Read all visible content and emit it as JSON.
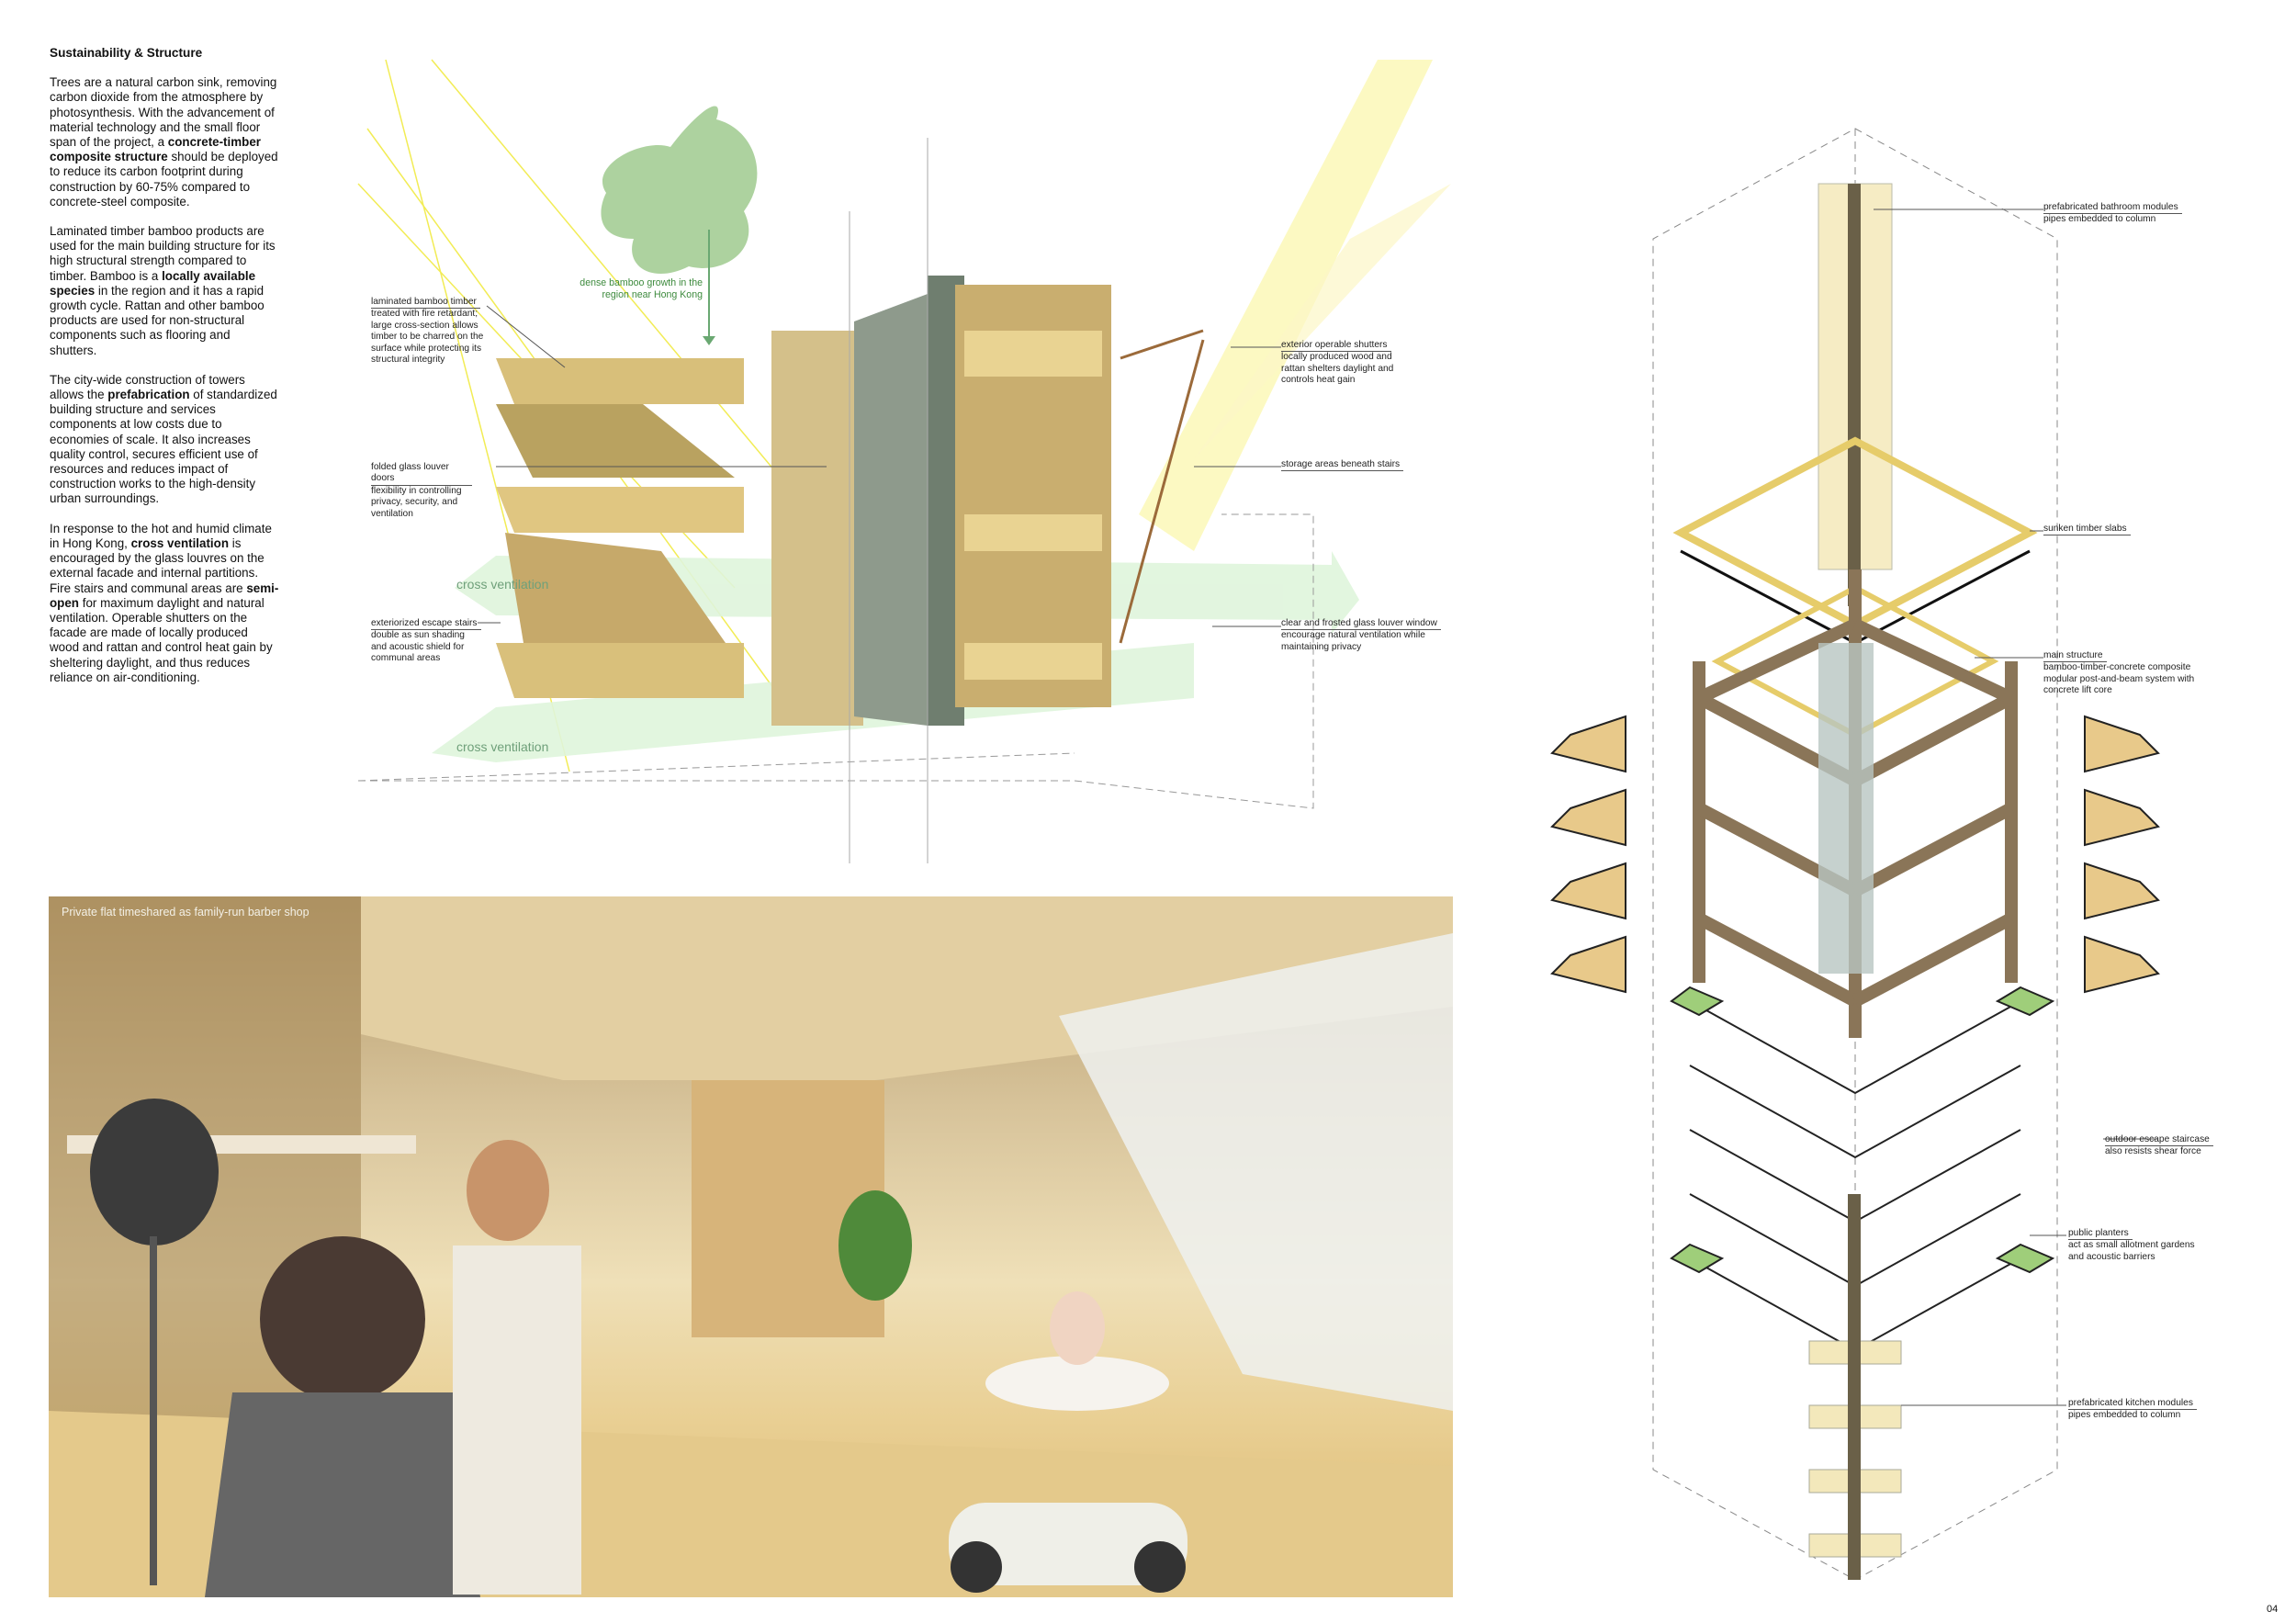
{
  "sidebar_text": {
    "title": "Sustainability & Structure",
    "p1": {
      "a": "Trees are a natural carbon sink, removing carbon dioxide from the atmosphere by photosynthesis. With the advancement of material technology and the small floor span of the project, a ",
      "b": "concrete-timber composite structure",
      "c": " should be deployed to reduce its carbon footprint during construction by 60-75% compared to concrete-steel composite."
    },
    "p2": {
      "a": "Laminated timber bamboo products are used for the main building structure for its high structural strength compared to timber. Bamboo is a ",
      "b": "locally available species",
      "c": " in the region and it has a rapid growth cycle. Rattan and other bamboo products are used for non-structural components such as flooring and shutters."
    },
    "p3": {
      "a": "The city-wide construction of towers allows the ",
      "b": "prefabrication",
      "c": " of standardized building structure and services components at low costs due to economies of scale. It also increases quality control, secures efficient use of resources and reduces impact of construction works to the high-density urban surroundings."
    },
    "p4": {
      "a": "In response to the hot and humid climate in Hong Kong, ",
      "b": "cross ventilation",
      "c": " is encouraged by the glass louvres on the external facade and internal partitions. Fire stairs and communal areas are ",
      "d": "semi-open",
      "e": " for maximum daylight and natural ventilation. Operable shutters on the facade are made of locally produced wood and rattan and control heat gain by sheltering daylight, and thus reduces reliance on air-conditioning."
    }
  },
  "section_diagram": {
    "map_note": [
      "dense bamboo growth in the",
      "region near Hong Kong"
    ],
    "cross_ventilation_1": "cross ventilation",
    "cross_ventilation_2": "cross ventilation",
    "notes_left": [
      {
        "head": "laminated bamboo timber",
        "body": "treated with fire retardant; large cross-section allows timber to be charred on the surface while protecting its structural integrity"
      },
      {
        "head": "folded glass louver doors",
        "body": "flexibility in controlling privacy, security, and ventilation"
      },
      {
        "head": "exteriorized escape stairs",
        "body": "double as sun shading and acoustic shield for communal areas"
      }
    ],
    "notes_right": [
      {
        "head": "exterior operable shutters",
        "body": "locally produced wood and rattan shelters daylight and controls heat gain"
      },
      {
        "head": "storage areas beneath stairs",
        "body": ""
      },
      {
        "head": "clear and frosted glass louver window",
        "body": "encourage natural ventilation while maintaining privacy"
      }
    ]
  },
  "photo": {
    "caption": "Private flat timeshared as family-run barber shop"
  },
  "tower_diagram": {
    "notes": [
      {
        "head": "prefabricated bathroom modules",
        "body": "pipes embedded to column"
      },
      {
        "head": "sunken timber slabs",
        "body": ""
      },
      {
        "head": "main structure",
        "body": "bamboo-timber-concrete composite modular post-and-beam system with concrete lift core"
      },
      {
        "head": "outdoor escape staircase",
        "body": "also resists shear force"
      },
      {
        "head": "public planters",
        "body": "act as small allotment gardens and acoustic barriers"
      },
      {
        "head": "prefabricated kitchen modules",
        "body": "pipes embedded to column"
      }
    ]
  },
  "page_number": "04",
  "colors": {
    "timber": "#d9b877",
    "concrete": "#8e9a8c",
    "vent_green": "#dff5dc",
    "planter_green": "#9fce7a",
    "sun_yellow": "#fbf6a8"
  }
}
